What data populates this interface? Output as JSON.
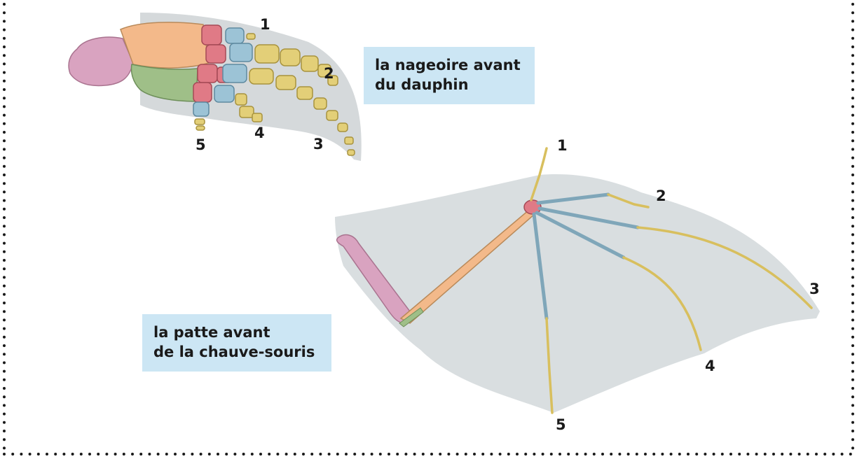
{
  "captions": {
    "dolphin": [
      "la nageoire avant",
      "du dauphin"
    ],
    "bat": [
      "la patte avant",
      "de la chauve-souris"
    ]
  },
  "dolphin_digit_labels": [
    "1",
    "2",
    "3",
    "4",
    "5"
  ],
  "bat_digit_labels": [
    "1",
    "2",
    "3",
    "4",
    "5"
  ],
  "colors": {
    "caption_bg": "#cce6f4",
    "membrane": "#d9dee0",
    "humerus": "#d9a3c0",
    "radius_ulna": "#f3b98a",
    "carpals": "#e07a86",
    "metacarpals": "#9cc3d6",
    "phalanges": "#e3cf78",
    "ulna_dolphin": "#9fbf88",
    "border_dots": "#1a1a1a"
  }
}
